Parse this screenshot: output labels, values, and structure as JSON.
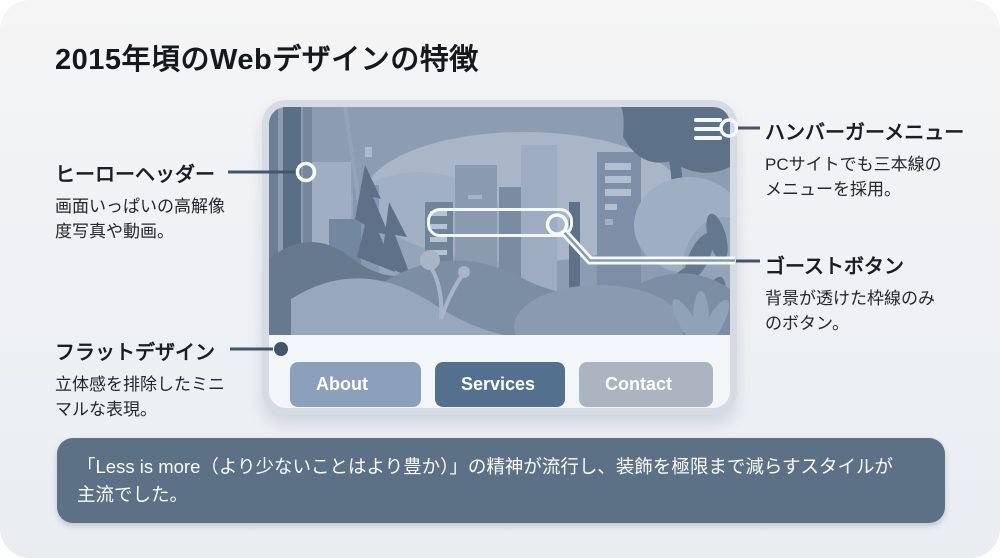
{
  "page": {
    "title": "2015年頃のWebデザインの特徴"
  },
  "annotations": {
    "hero_header": {
      "label": "ヒーローヘッダー",
      "desc_line1": "画面いっぱいの高解像",
      "desc_line2": "度写真や動画。"
    },
    "flat_design": {
      "label": "フラットデザイン",
      "desc_line1": "立体感を排除したミニ",
      "desc_line2": "マルな表現。"
    },
    "hamburger_menu": {
      "label": "ハンバーガーメニュー",
      "desc_line1": "PCサイトでも三本線の",
      "desc_line2": "メニューを採用。"
    },
    "ghost_button": {
      "label": "ゴーストボタン",
      "desc_line1": "背景が透けた枠線のみ",
      "desc_line2": "のボタン。"
    }
  },
  "mockup": {
    "hamburger_icon": "hamburger-menu",
    "ghost_button_shape": "empty-outline-button",
    "nav_buttons": [
      {
        "label": "About",
        "color": "#8BA0BA"
      },
      {
        "label": "Services",
        "color": "#54708F"
      },
      {
        "label": "Contact",
        "color": "#ACB4BF"
      }
    ]
  },
  "footer_banner": {
    "line1": "「Less is more（より少ないことはより豊か）」の精神が流行し、装飾を極限まで減らすスタイルが",
    "line2": "主流でした。",
    "bg": "#5D7186"
  },
  "colors": {
    "card_bg_top": "#F5F5F5",
    "card_bg_bottom": "#E9EDF2",
    "frame_border": "#D6DBE3",
    "frame_bg": "#F3F6F9",
    "hero_base": "#8C9DB2",
    "connector_line": "#44556A",
    "banner_bg": "#5D7186",
    "title_text": "#15181D"
  }
}
